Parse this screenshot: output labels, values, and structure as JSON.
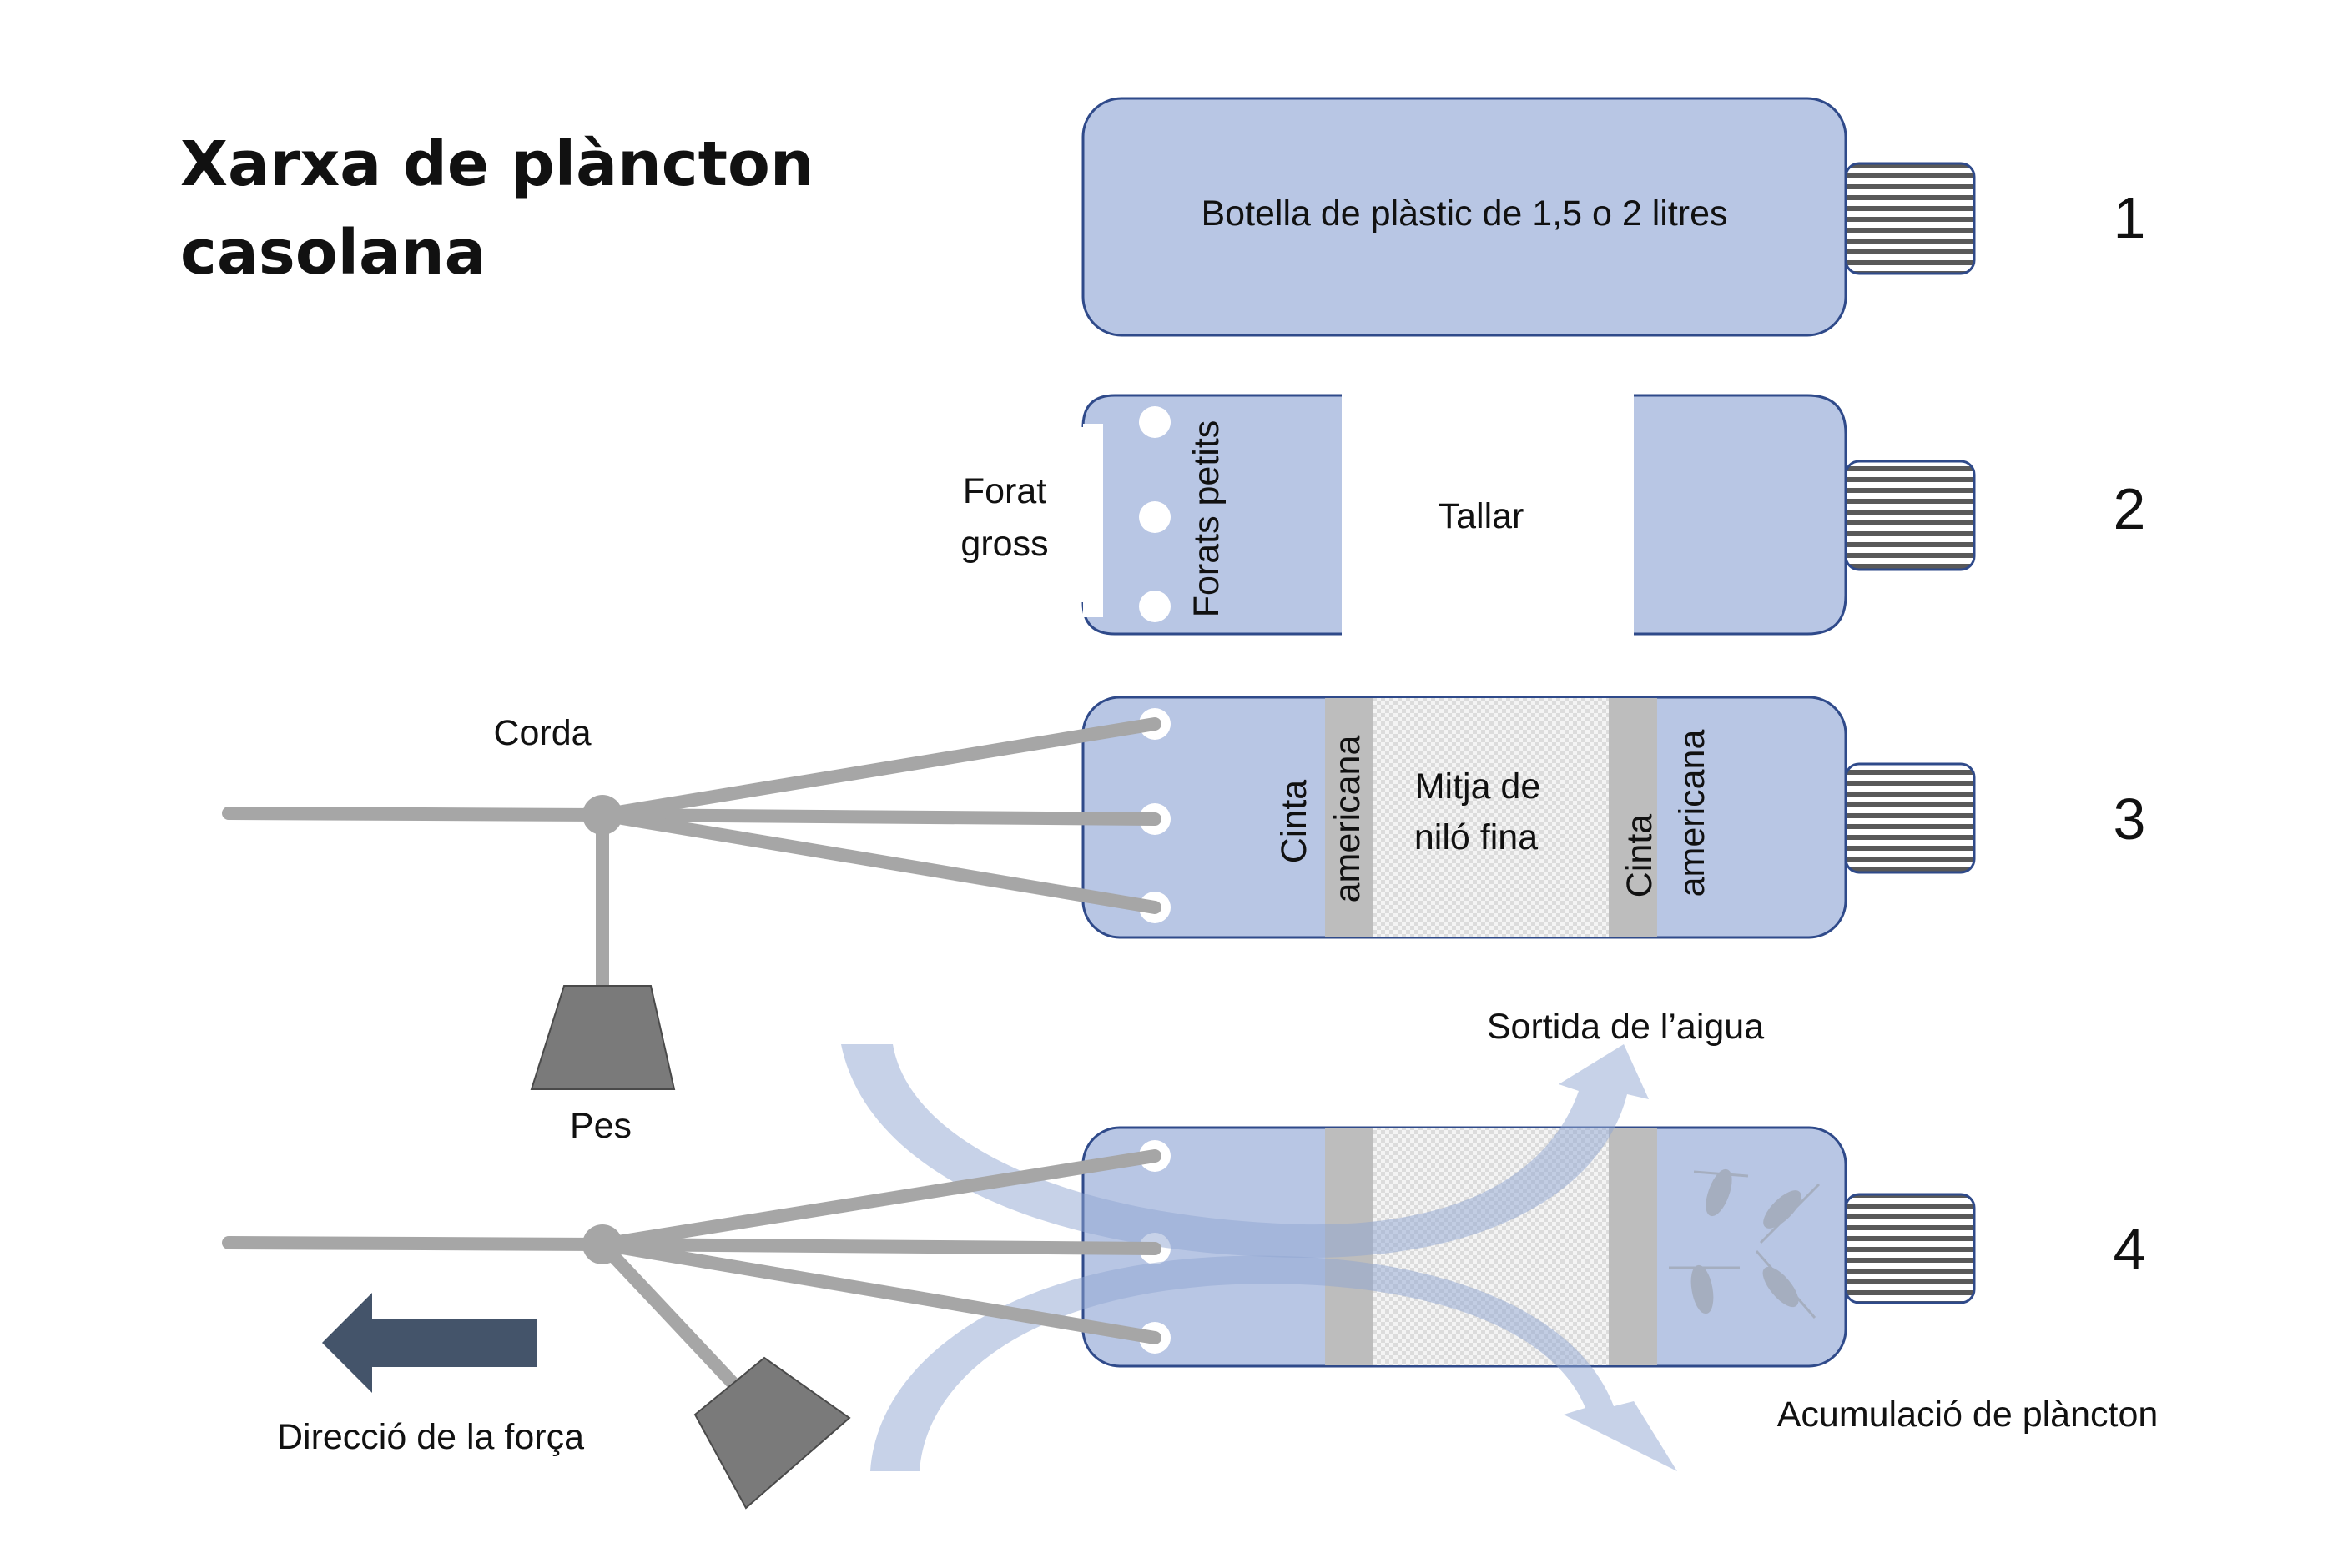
{
  "title": {
    "line1": "Xarxa de plàncton",
    "line2": "casolana"
  },
  "steps": {
    "s1": "1",
    "s2": "2",
    "s3": "3",
    "s4": "4"
  },
  "labels": {
    "bottle": "Botella de plàstic de 1,5 o 2 litres",
    "forat_gross_1": "Forat",
    "forat_gross_2": "gross",
    "forats_petits": "Forats petits",
    "tallar": "Tallar",
    "corda": "Corda",
    "pes": "Pes",
    "cinta_a": "Cinta",
    "americana_a": "americana",
    "mitja_1": "Mitja de",
    "mitja_2": "niló fina",
    "cinta_b": "Cinta",
    "americana_b": "americana",
    "sortida": "Sortida de l’aigua",
    "acumulacio": "Acumulació de plàncton",
    "direccio": "Direcció de la força"
  },
  "colors": {
    "bottle_fill": "#b8c6e4",
    "bottle_stroke": "#2f4a8a",
    "tape": "#bdbdbd",
    "rope": "#a6a6a6",
    "weight": "#7a7a7a",
    "arrow_dark": "#44546a",
    "flow_arrow": "#8fa6d2"
  }
}
